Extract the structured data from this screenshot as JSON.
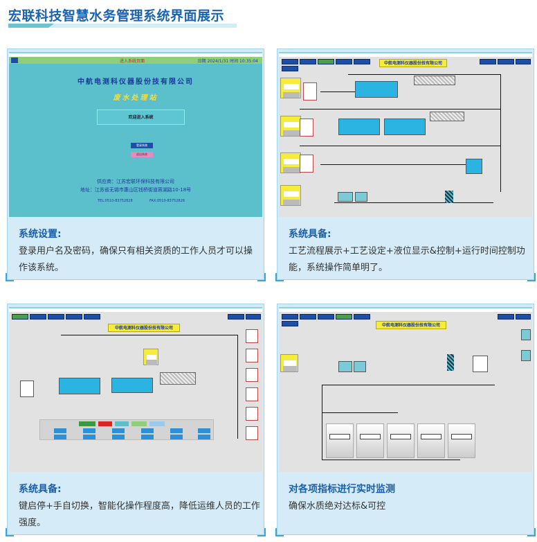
{
  "page_title": "宏联科技智慧水务管理系统界面展示",
  "colors": {
    "accent": "#1a63b0",
    "card_bg": "#d5ecf8",
    "login_bg": "#5bbfcc"
  },
  "cards": [
    {
      "heading": "系统设置:",
      "text": "登录用户名及密码，确保只有相关资质的工作人员才可以操作该系统。",
      "screen": {
        "header": "进入系统页面",
        "date": "日期 2024/1/31 时间 10:35:04",
        "company": "中航电测科仪器股份技有限公司",
        "station": "废水处理站",
        "welcome": "欢迎进入系统",
        "login": "登录系统",
        "exit": "退出系统",
        "supplier": "供应商：江苏宏联环保科技有限公司",
        "address": "地址：江苏省无锡市惠山区钱桥街道蓉湖路10-18号",
        "tel": "TEL:0510-83752828",
        "fax": "FAX:0510-83752828"
      }
    },
    {
      "heading": "系统具备:",
      "text": "工艺流程展示+工艺设定+液位显示&控制+运行时间控制功能，系统操作简单明了。",
      "screen": {
        "company": "中航电测科仪器股份技有限公司"
      }
    },
    {
      "heading": "系统具备:",
      "text": "键启停+手自切换，智能化操作程度高，降低运维人员的工作强度。",
      "screen": {
        "company": "中航电测科仪器股份技有限公司"
      }
    },
    {
      "heading": "对各项指标进行实时监测",
      "text": "确保水质绝对达标&可控",
      "screen": {
        "company": "中航电测科仪器股份技有限公司"
      }
    }
  ]
}
